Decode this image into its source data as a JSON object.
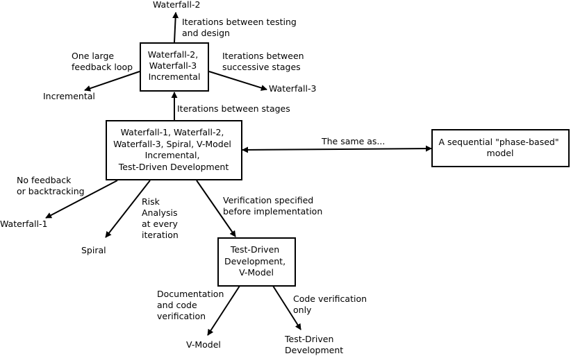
{
  "nodes": {
    "center": {
      "lines": [
        "Waterfall-1, Waterfall-2,",
        "Waterfall-3, Spiral, V-Model",
        "Incremental,",
        "Test-Driven Development"
      ]
    },
    "upper": {
      "lines": [
        "Waterfall-2,",
        "Waterfall-3",
        "Incremental"
      ]
    },
    "sequential": {
      "lines": [
        "A sequential \"phase-based\"",
        "model"
      ]
    },
    "tdd_vmodel": {
      "lines": [
        "Test-Driven",
        "Development,",
        "V-Model"
      ]
    }
  },
  "leaves": {
    "waterfall2_top": "Waterfall-2",
    "incremental": "Incremental",
    "waterfall3": "Waterfall-3",
    "waterfall1": "Waterfall-1",
    "spiral": "Spiral",
    "vmodel": "V-Model",
    "tdd": [
      "Test-Driven",
      "Development"
    ]
  },
  "edge_labels": {
    "testing_design": [
      "Iterations between testing",
      "and design"
    ],
    "feedback_loop": [
      "One large",
      "feedback loop"
    ],
    "successive": [
      "Iterations between",
      "successive stages"
    ],
    "between_stages": [
      "Iterations between stages"
    ],
    "same_as": [
      "The same as..."
    ],
    "no_feedback": [
      "No feedback",
      "or backtracking"
    ],
    "risk": [
      "Risk",
      "Analysis",
      "at every",
      "iteration"
    ],
    "verification": [
      "Verification specified",
      "before implementation"
    ],
    "documentation": [
      "Documentation",
      "and code",
      "verification"
    ],
    "code_verification": [
      "Code verification",
      "only"
    ]
  }
}
